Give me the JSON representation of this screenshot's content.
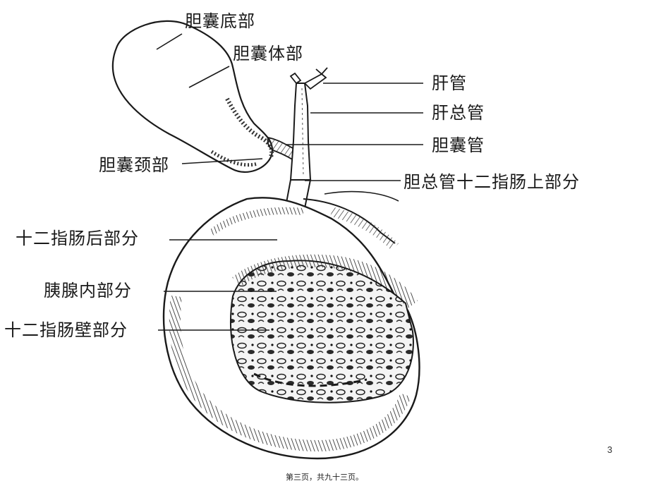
{
  "labels": {
    "gallbladder_fundus": "胆囊底部",
    "gallbladder_body": "胆囊体部",
    "hepatic_duct": "肝管",
    "common_hepatic_duct": "肝总管",
    "cystic_duct": "胆囊管",
    "gallbladder_neck": "胆囊颈部",
    "cbd_supraduodenal": "胆总管十二指肠上部分",
    "cbd_retroduodenal": "十二指肠后部分",
    "cbd_intrapancreatic": "胰腺内部分",
    "cbd_intraduodenal_wall": "十二指肠壁部分"
  },
  "slide": {
    "number": "3",
    "footer": "第三页，共九十三页。"
  }
}
